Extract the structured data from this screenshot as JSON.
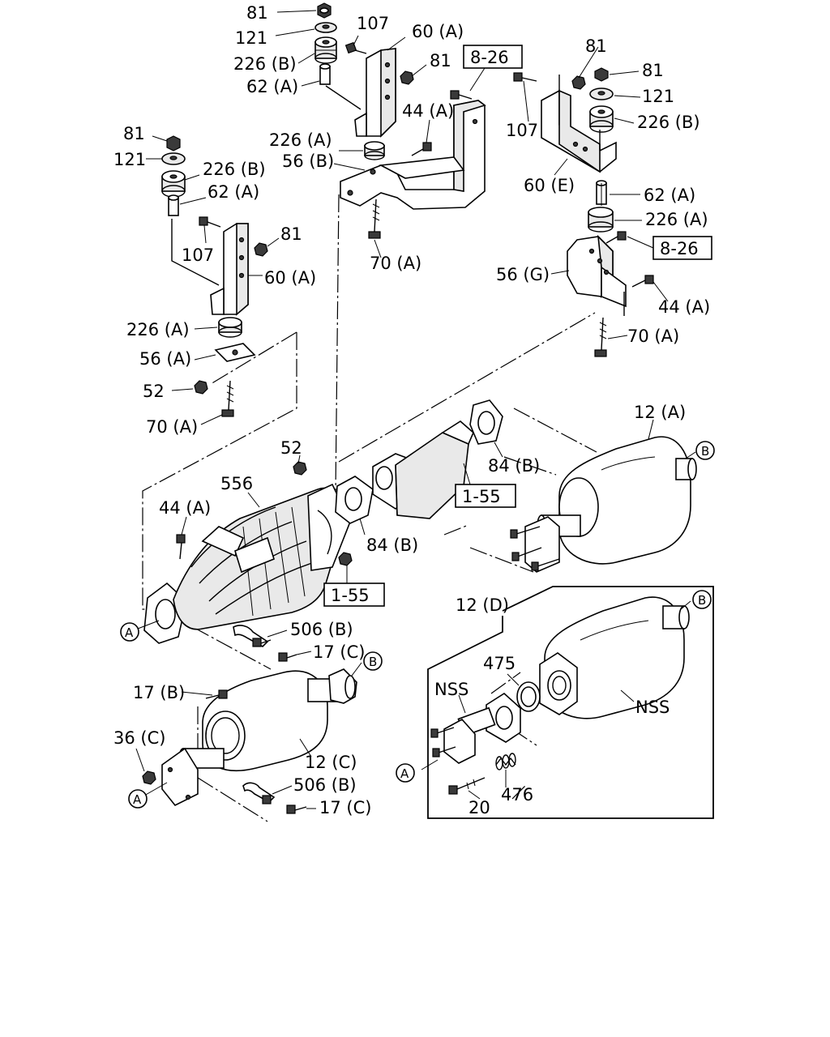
{
  "callouts": {
    "top_center": {
      "l81": "81",
      "l121": "121",
      "l226b": "226 (B)",
      "l62a": "62 (A)",
      "l107": "107",
      "l60a": "60 (A)",
      "l81b": "81",
      "ref826": "8-26",
      "l44a": "44 (A)",
      "l226a": "226 (A)",
      "l56b": "56 (B)",
      "l70a": "70 (A)"
    },
    "top_right": {
      "l81a": "81",
      "l81b": "81",
      "l121": "121",
      "l226b": "226 (B)",
      "l107": "107",
      "l60e": "60 (E)",
      "l62a": "62 (A)",
      "l226a": "226 (A)",
      "ref826": "8-26",
      "l56g": "56 (G)",
      "l44a": "44 (A)",
      "l70a": "70 (A)"
    },
    "left": {
      "l81": "81",
      "l121": "121",
      "l226b": "226 (B)",
      "l62a": "62 (A)",
      "l107": "107",
      "l81b": "81",
      "l60a": "60 (A)",
      "l226a": "226 (A)",
      "l56a": "56 (A)",
      "l52": "52",
      "l70a": "70 (A)"
    },
    "dpf": {
      "l52": "52",
      "l556": "556",
      "l44a": "44 (A)",
      "l84b": "84 (B)",
      "ref155": "1-55",
      "l506b": "506 (B)",
      "l17c": "17 (C)",
      "a": "A"
    },
    "pipe": {
      "l84b": "84 (B)",
      "ref155": "1-55"
    },
    "muffler_a": {
      "l12a": "12 (A)",
      "b": "B"
    },
    "muffler_c": {
      "b": "B",
      "l17b": "17 (B)",
      "l36c": "36 (C)",
      "l12c": "12 (C)",
      "a": "A",
      "l506b": "506 (B)",
      "l17c": "17 (C)"
    },
    "muffler_d": {
      "l12d": "12 (D)",
      "b": "B",
      "l475": "475",
      "nss1": "NSS",
      "nss2": "NSS",
      "a": "A",
      "l20": "20",
      "l476": "476"
    }
  },
  "parts": {
    "nut": "hex-nut-icon",
    "washer": "washer-icon",
    "bushing": "rubber-bushing-icon",
    "collar": "collar-icon",
    "bolt": "bolt-icon",
    "bracket": "bracket-icon",
    "dpf": "dpf-assembly-icon",
    "muffler": "muffler-icon",
    "gasket": "gasket-icon",
    "spring": "spring-icon"
  }
}
